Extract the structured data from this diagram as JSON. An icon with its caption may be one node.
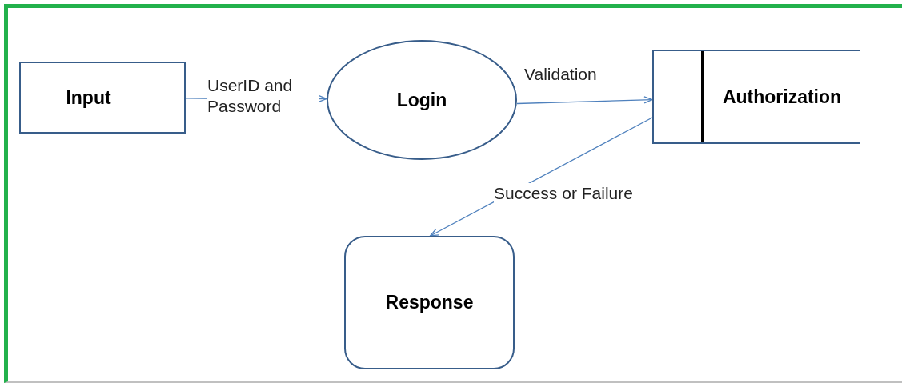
{
  "diagram": {
    "nodes": [
      {
        "text": [
          "Input"
        ]
      },
      {
        "text": [
          "Login"
        ]
      },
      {
        "text": [
          "Authorization"
        ]
      },
      {
        "text": [
          "Response"
        ]
      }
    ],
    "edges": [
      {
        "from": 0,
        "to": 1,
        "arrow": "to",
        "label": "UserID and Password"
      },
      {
        "from": 1,
        "to": 2,
        "arrow": "to",
        "label": "Validation"
      },
      {
        "from": 2,
        "to": 3,
        "arrow": "to",
        "label": "Success or Failure"
      }
    ]
  }
}
